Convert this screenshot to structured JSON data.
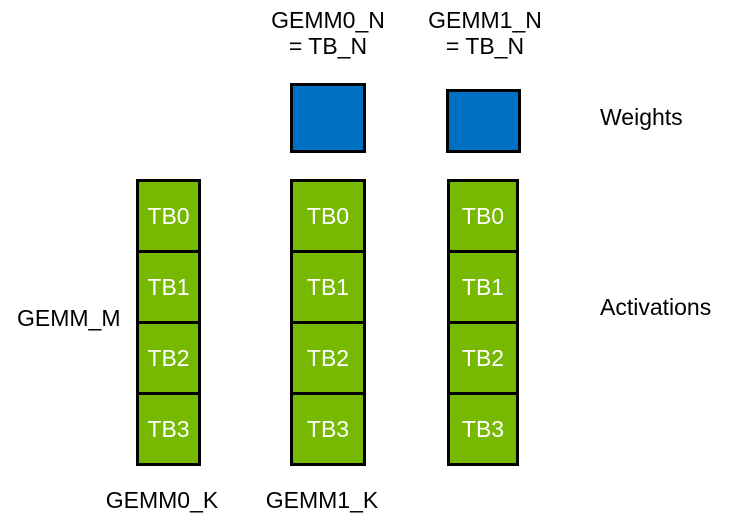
{
  "colors": {
    "weights_fill": "#0070C5",
    "activations_fill": "#76B900",
    "outline": "#000000",
    "tb_label_text": "#FFFFFF",
    "label_text": "#000000",
    "background": "#FFFFFF"
  },
  "top_labels": [
    {
      "line1": "GEMM0_N",
      "line2": "= TB_N"
    },
    {
      "line1": "GEMM1_N",
      "line2": "= TB_N"
    }
  ],
  "right_labels": {
    "weights": "Weights",
    "activations": "Activations"
  },
  "left_label": "GEMM_M",
  "bottom_labels": {
    "gemm0_k": "GEMM0_K",
    "gemm1_k": "GEMM1_K"
  },
  "weights_blocks_count": 2,
  "columns": [
    {
      "id": "gemm0",
      "cells": [
        "TB0",
        "TB1",
        "TB2",
        "TB3"
      ]
    },
    {
      "id": "gemm1",
      "cells": [
        "TB0",
        "TB1",
        "TB2",
        "TB3"
      ]
    },
    {
      "id": "gemm1-right",
      "cells": [
        "TB0",
        "TB1",
        "TB2",
        "TB3"
      ]
    }
  ]
}
